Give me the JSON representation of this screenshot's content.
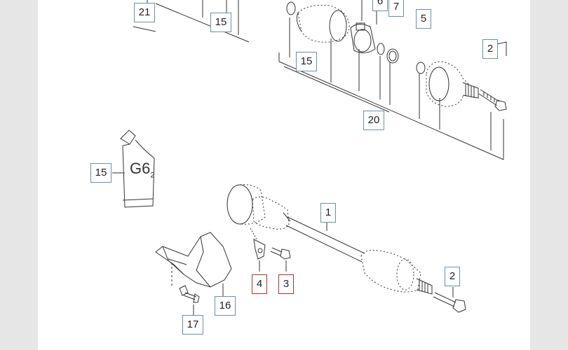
{
  "diagram": {
    "callouts": [
      {
        "id": "c21",
        "label": "21",
        "highlight": false
      },
      {
        "id": "c15a",
        "label": "15",
        "highlight": false
      },
      {
        "id": "c6",
        "label": "6",
        "highlight": false
      },
      {
        "id": "c7",
        "label": "7",
        "highlight": false
      },
      {
        "id": "c5",
        "label": "5",
        "highlight": false
      },
      {
        "id": "c2a",
        "label": "2",
        "highlight": false
      },
      {
        "id": "c15b",
        "label": "15",
        "highlight": false
      },
      {
        "id": "c20",
        "label": "20",
        "highlight": false
      },
      {
        "id": "c15c",
        "label": "15",
        "highlight": false
      },
      {
        "id": "c1",
        "label": "1",
        "highlight": false
      },
      {
        "id": "c4",
        "label": "4",
        "highlight": true
      },
      {
        "id": "c3",
        "label": "3",
        "highlight": true
      },
      {
        "id": "c2b",
        "label": "2",
        "highlight": false
      },
      {
        "id": "c16",
        "label": "16",
        "highlight": false
      },
      {
        "id": "c17",
        "label": "17",
        "highlight": false
      }
    ],
    "grease_tube_text": "G6",
    "grease_tube_subscript": "2",
    "colors": {
      "callout_border": "#6f8fa6",
      "highlight_border": "#b03030",
      "line": "#333333",
      "background": "#e6e6e6"
    }
  }
}
